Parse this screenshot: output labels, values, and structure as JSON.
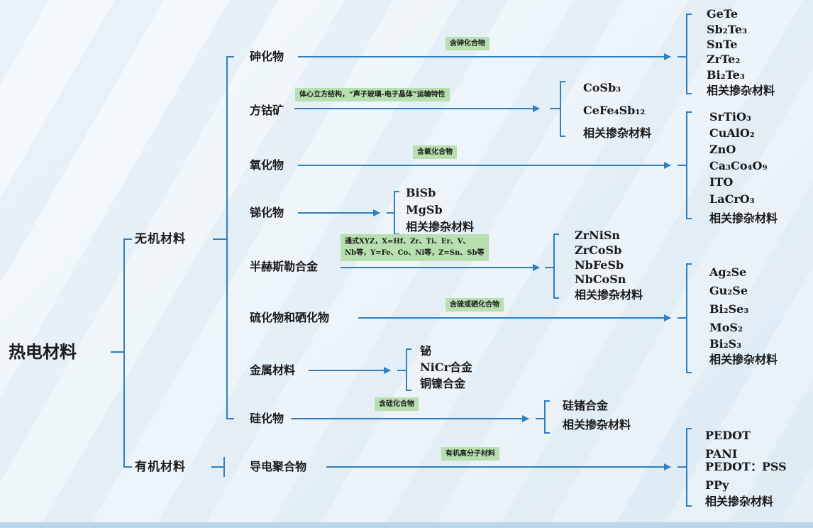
{
  "root": "热电材料",
  "inorganic": {
    "label": "无机材料",
    "categories": {
      "arsenide": {
        "label": "砷化物",
        "note": "含砷化合物",
        "items": [
          "GeTe",
          "Sb₂Te₃",
          "SnTe",
          "ZrTe₂",
          "Bi₂Te₃",
          "相关掺杂材料"
        ]
      },
      "skutterudite": {
        "label": "方钴矿",
        "note": "体心立方结构，“声子玻璃-电子晶体”运输特性",
        "items": [
          "CoSb₃",
          "CeFe₄Sb₁₂",
          "相关掺杂材料"
        ]
      },
      "oxide": {
        "label": "氧化物",
        "note": "含氧化合物",
        "items": [
          "SrTiO₃",
          "CuAlO₂",
          "ZnO",
          "Ca₃Co₄O₉",
          "ITO",
          "LaCrO₃",
          "相关掺杂材料"
        ]
      },
      "antimonide": {
        "label": "锑化物",
        "items": [
          "BiSb",
          "MgSb",
          "相关掺杂材料"
        ]
      },
      "half_heusler": {
        "label": "半赫斯勒合金",
        "note_lines": [
          "通式XYZ，X=Hf、Zr、Ti、Er、V、",
          "Nb等，Y=Fe、Co、Ni等，Z=Sn、Sb等"
        ],
        "items": [
          "ZrNiSn",
          "ZrCoSb",
          "NbFeSb",
          "NbCoSn",
          "相关掺杂材料"
        ]
      },
      "sulfide_selenide": {
        "label": "硫化物和硒化物",
        "note": "含硫或硒化合物",
        "items": [
          "Ag₂Se",
          "Gu₂Se",
          "Bi₂Se₃",
          "MoS₂",
          "Bi₂S₃",
          "相关掺杂材料"
        ]
      },
      "metal": {
        "label": "金属材料",
        "items": [
          "铋",
          "NiCr合金",
          "铜镍合金"
        ]
      },
      "silicide": {
        "label": "硅化物",
        "note": "含硅化合物",
        "items": [
          "硅锗合金",
          "相关掺杂材料"
        ]
      }
    }
  },
  "organic": {
    "label": "有机材料",
    "categories": {
      "conductive_polymer": {
        "label": "导电聚合物",
        "note": "有机高分子材料",
        "items": [
          "PEDOT",
          "PANI",
          "PEDOT：PSS",
          "PPy",
          "相关掺杂材料"
        ]
      }
    }
  },
  "colors": {
    "line": "#2f7fc1",
    "note_bg": "#b7dfb0",
    "text": "#1a1a1a"
  }
}
